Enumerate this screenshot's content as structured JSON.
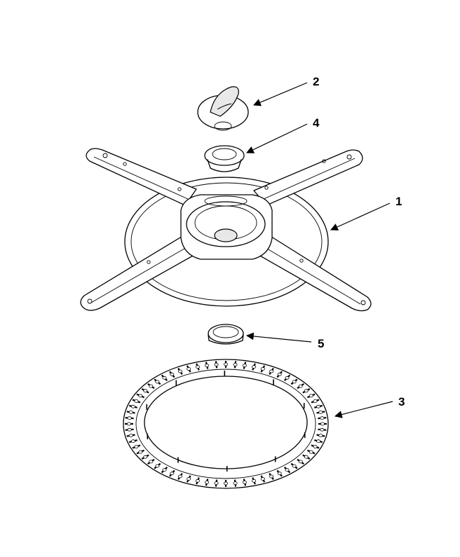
{
  "callouts": [
    {
      "id": "1",
      "label": "1",
      "part": "lower-spray-arm"
    },
    {
      "id": "2",
      "label": "2",
      "part": "spray-arm-cap"
    },
    {
      "id": "3",
      "label": "3",
      "part": "spray-arm-manifold-ring"
    },
    {
      "id": "4",
      "label": "4",
      "part": "bearing-seal"
    },
    {
      "id": "5",
      "label": "5",
      "part": "support-ring"
    }
  ],
  "colors": {
    "line": "#000000",
    "background": "#ffffff",
    "shade": "#e8e8e8"
  }
}
